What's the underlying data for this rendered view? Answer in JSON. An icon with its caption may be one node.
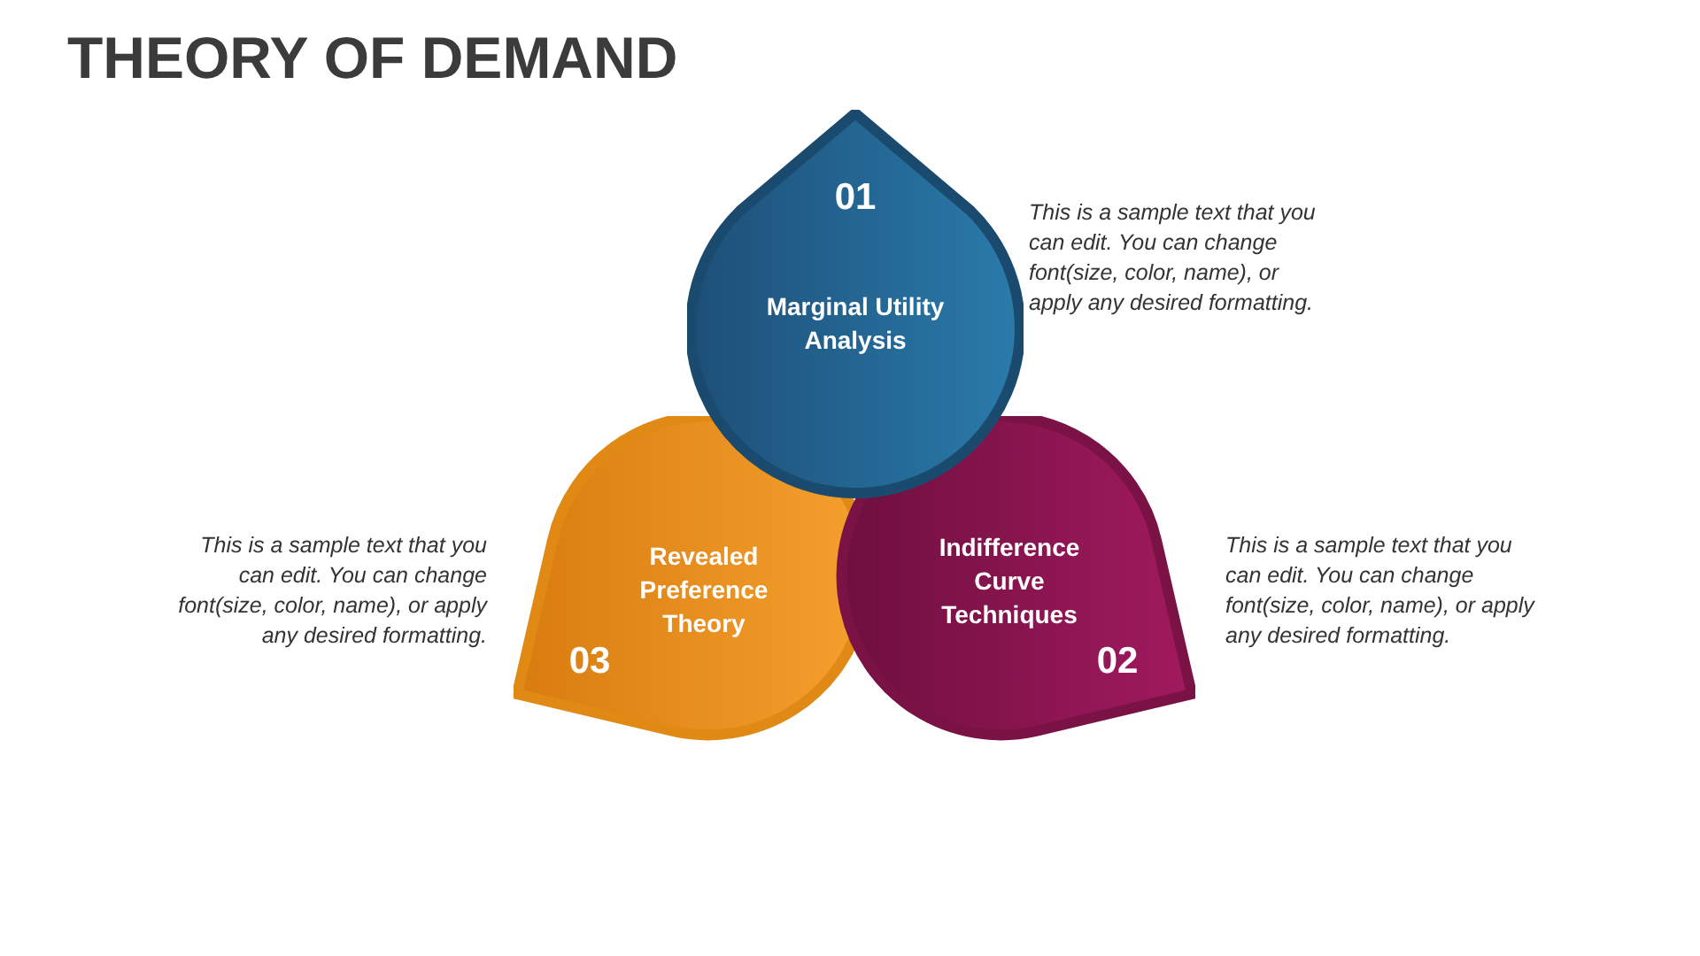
{
  "diagram": {
    "title": "THEORY OF DEMAND",
    "nodes": [
      {
        "text": [
          "01",
          "Marginal Utility Analysis"
        ],
        "beside": [
          "This is a sample text that you can edit. You can change font(size, color, name), or apply any desired formatting."
        ]
      },
      {
        "text": [
          "03",
          "Revealed Preference Theory"
        ],
        "beside": [
          "This is a sample text that you can edit. You can change font(size, color, name), or apply any desired formatting."
        ]
      },
      {
        "text": [
          "02",
          "Indifference Curve Techniques"
        ],
        "beside": [
          "This is a sample text that you can edit. You can change font(size, color, name), or apply any desired formatting."
        ]
      }
    ]
  }
}
